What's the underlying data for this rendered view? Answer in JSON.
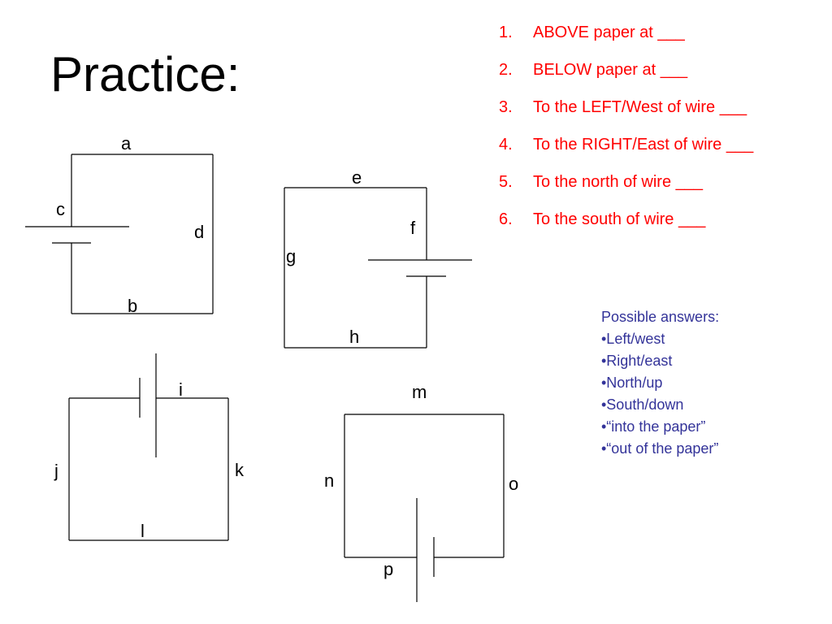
{
  "title": "Practice:",
  "questions": [
    {
      "num": "1.",
      "text": "ABOVE paper at ___"
    },
    {
      "num": "2.",
      "text": "BELOW paper at ___"
    },
    {
      "num": "3.",
      "text": "To the LEFT/West of wire ___"
    },
    {
      "num": "4.",
      "text": "To the RIGHT/East of wire ___"
    },
    {
      "num": "5.",
      "text": "To the north of wire ___"
    },
    {
      "num": "6.",
      "text": "To the south of wire ___"
    }
  ],
  "answers": {
    "heading": "Possible answers:",
    "items": [
      "•Left/west",
      "•Right/east",
      "•North/up",
      "•South/down",
      "•“into the paper”",
      "•“out of the paper”"
    ]
  },
  "wire_labels": {
    "a": "a",
    "b": "b",
    "c": "c",
    "d": "d",
    "e": "e",
    "f": "f",
    "g": "g",
    "h": "h",
    "i": "i",
    "j": "j",
    "k": "k",
    "l": "l",
    "m": "m",
    "n": "n",
    "o": "o",
    "p": "p"
  },
  "colors": {
    "questions": "#ff0000",
    "answers": "#333399",
    "text": "#000000"
  }
}
